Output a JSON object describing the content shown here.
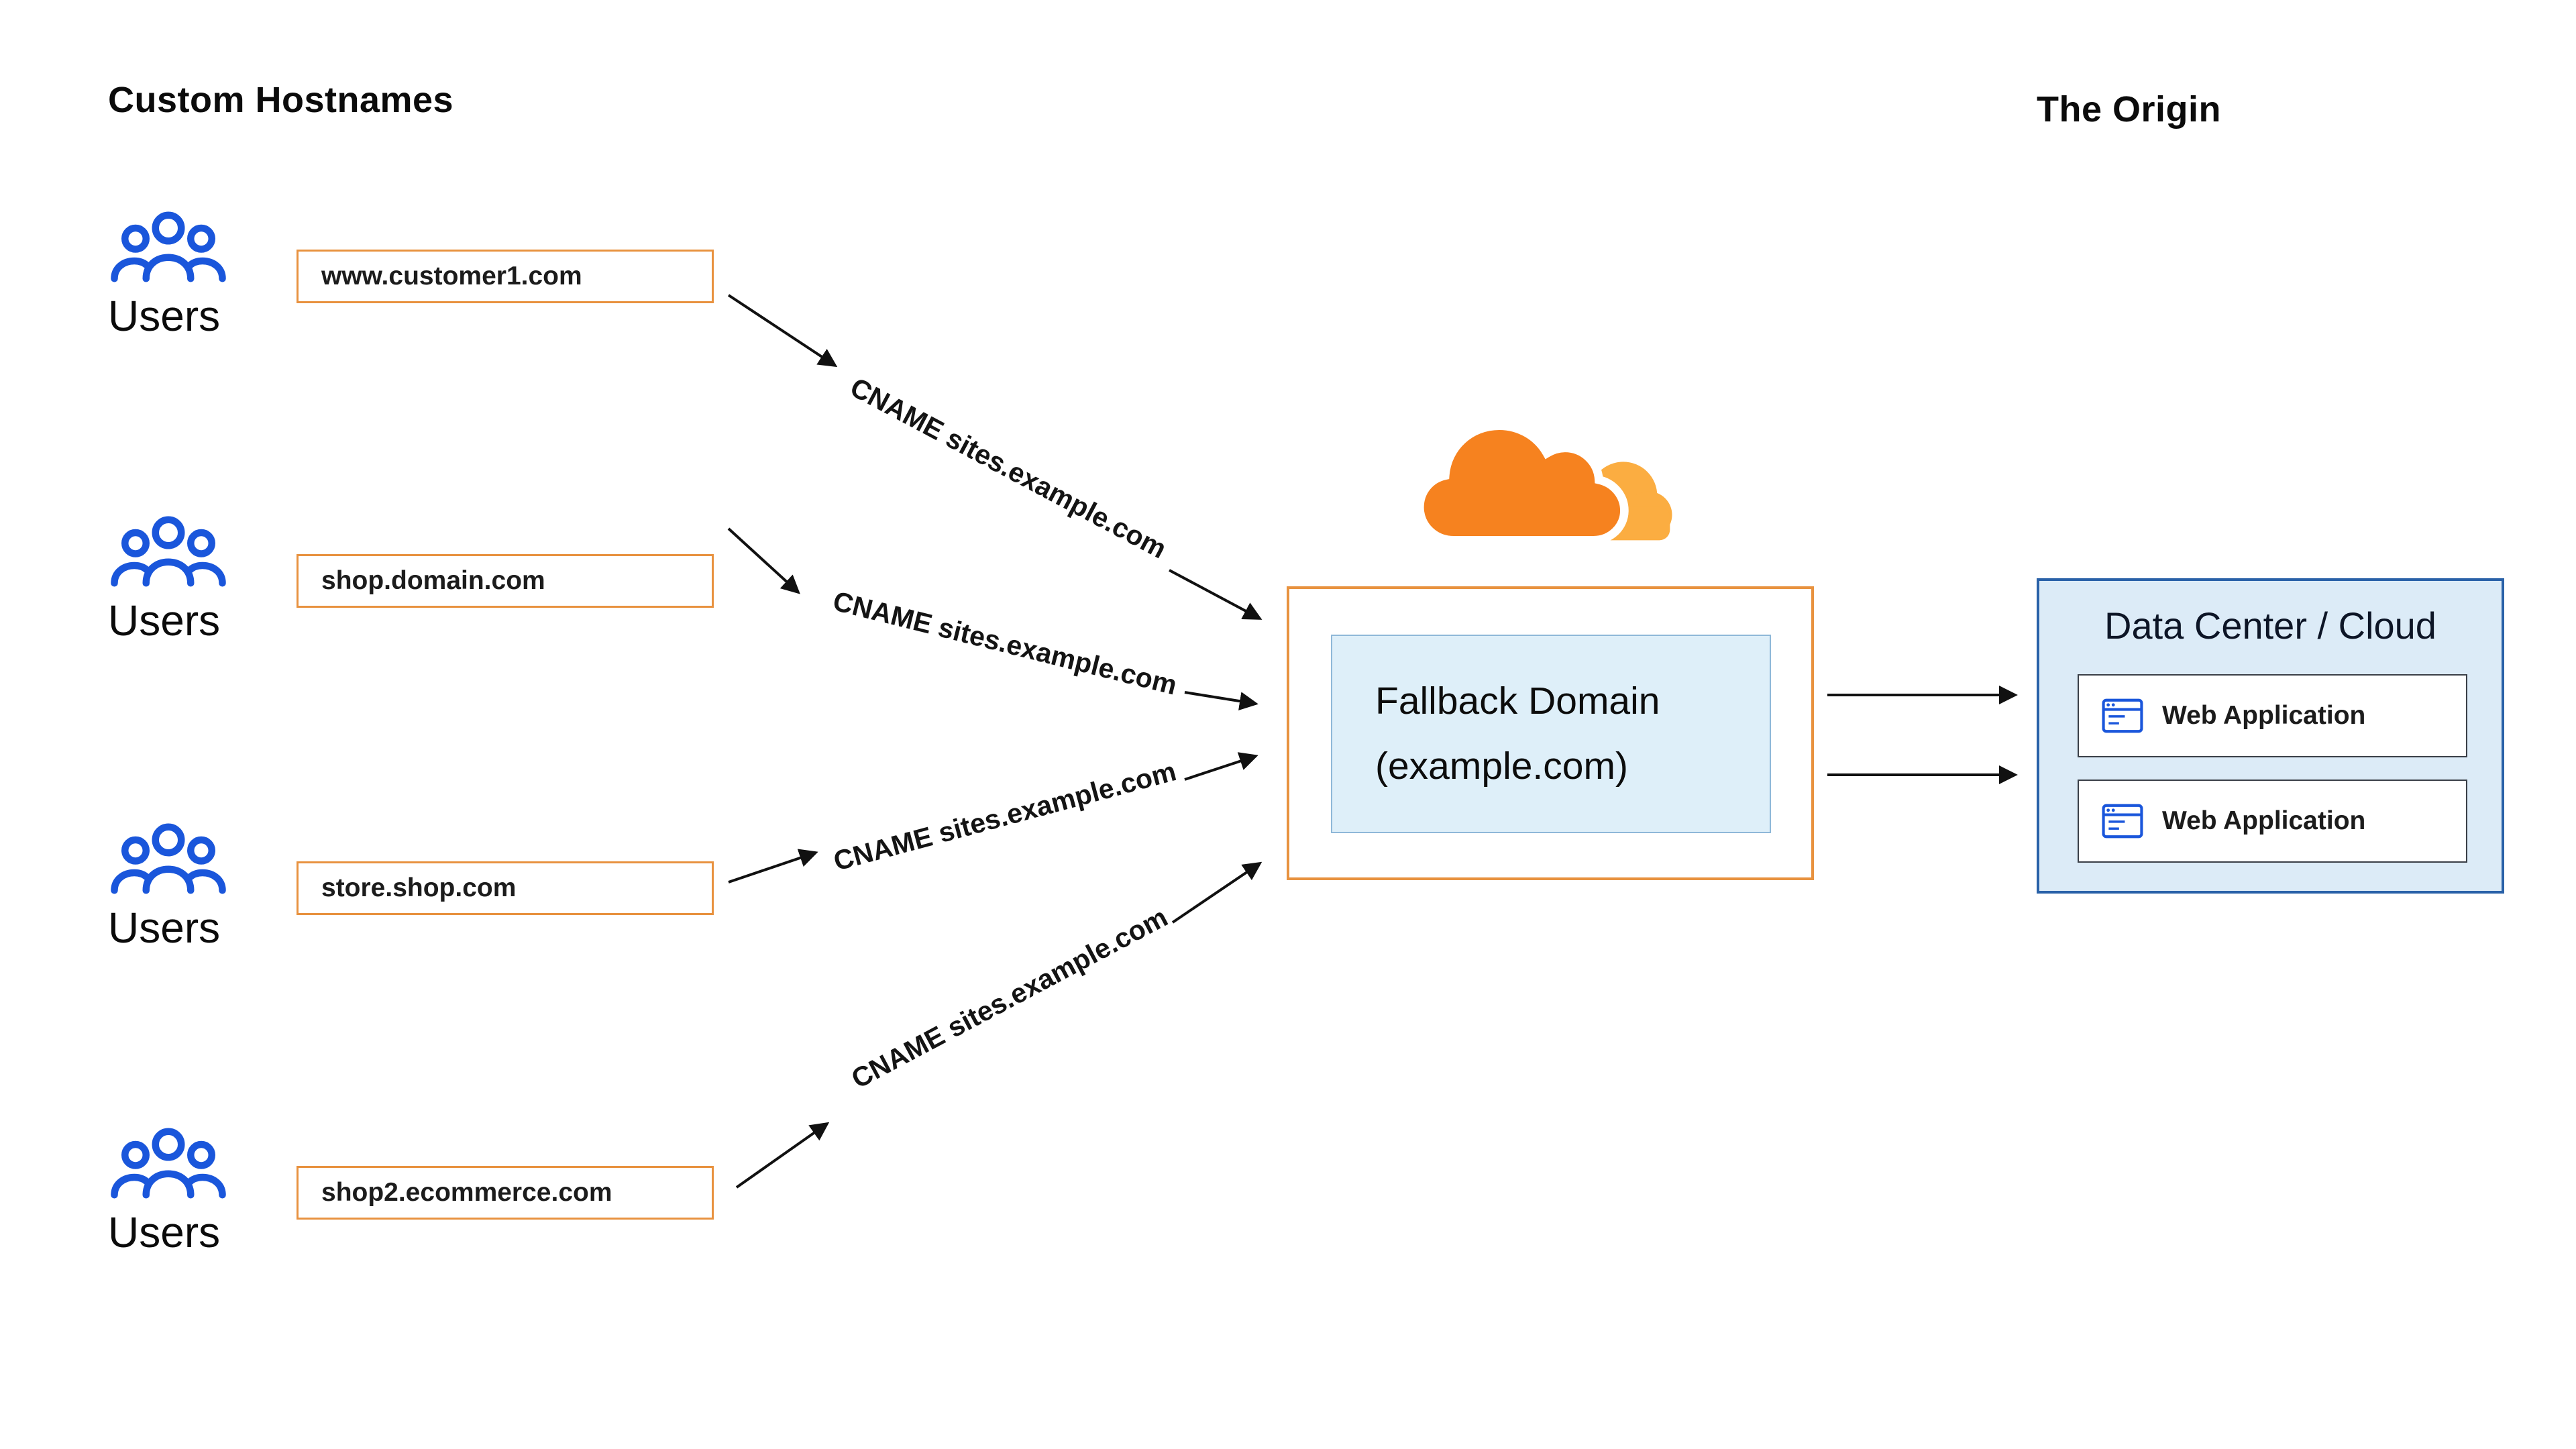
{
  "titles": {
    "left": "Custom Hostnames",
    "right": "The Origin"
  },
  "user_rows": [
    {
      "users_label": "Users",
      "hostname": "www.customer1.com",
      "cname": "CNAME sites.example.com"
    },
    {
      "users_label": "Users",
      "hostname": "shop.domain.com",
      "cname": "CNAME sites.example.com"
    },
    {
      "users_label": "Users",
      "hostname": "store.shop.com",
      "cname": "CNAME sites.example.com"
    },
    {
      "users_label": "Users",
      "hostname": "shop2.ecommerce.com",
      "cname": "CNAME sites.example.com"
    }
  ],
  "fallback": {
    "line1": "Fallback Domain",
    "line2": "(example.com)"
  },
  "origin": {
    "title": "Data Center / Cloud",
    "apps": [
      {
        "label": "Web Application"
      },
      {
        "label": "Web Application"
      }
    ]
  },
  "icons": {
    "users": "users-group-icon",
    "cloudflare": "cloudflare-cloud-logo",
    "browser": "browser-window-icon",
    "arrow": "arrowhead"
  },
  "colors": {
    "orange": "#F6821F",
    "orange_light": "#FBAD41",
    "box_border_orange": "#E8923F",
    "blue": "#1A56DB",
    "origin_border_blue": "#2961A8",
    "origin_bg": "#DCEBF7",
    "fallback_inner_bg": "#DEEFF9",
    "arrow_black": "#111111"
  }
}
